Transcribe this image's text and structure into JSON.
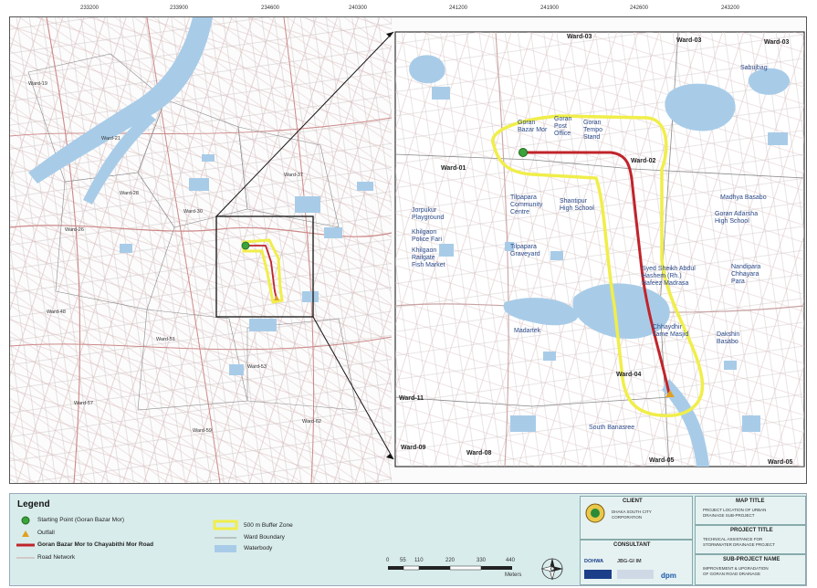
{
  "axes": {
    "top_ticks": [
      "233200",
      "233900",
      "234600",
      "240300",
      "241200",
      "241900",
      "242600",
      "243200"
    ]
  },
  "overview_labels": [
    "Ward-19",
    "Ward-21",
    "Ward-28",
    "Ward-26",
    "Ward-30",
    "Ward-37",
    "Ward-48",
    "Ward-51",
    "Ward-53",
    "Ward-57",
    "Ward-59",
    "Ward-62"
  ],
  "inset": {
    "wards": [
      {
        "text": "Ward-03"
      },
      {
        "text": "Ward-03"
      },
      {
        "text": "Ward-03"
      },
      {
        "text": "Ward-01"
      },
      {
        "text": "Ward-02"
      },
      {
        "text": "Ward-04"
      },
      {
        "text": "Ward-11"
      },
      {
        "text": "Ward-09"
      },
      {
        "text": "Ward-08"
      },
      {
        "text": "Ward-05"
      },
      {
        "text": "Ward-05"
      }
    ],
    "places": [
      {
        "text": "Goran\nBazar Mor"
      },
      {
        "text": "Goran\nPost\nOffice"
      },
      {
        "text": "Goran\nTempo\nStand"
      },
      {
        "text": "Tilpapara\nCommunity\nCentre"
      },
      {
        "text": "Shantipur\nHigh School"
      },
      {
        "text": "Jorpukur\nPlayground"
      },
      {
        "text": "Khilgaon\nPolice Fari"
      },
      {
        "text": "Khilgaon\nRailgate\nFish Market"
      },
      {
        "text": "Tilpapara\nGraveyard"
      },
      {
        "text": "Syed Sheikh Abdul\nHashem (Rh.)\nHafeez Madrasa"
      },
      {
        "text": "Chhaydhir\nJame Masjid"
      },
      {
        "text": "Madartek"
      },
      {
        "text": "South Banasree"
      },
      {
        "text": "Madhya Basabo"
      },
      {
        "text": "Goran Adarsha\nHigh School"
      },
      {
        "text": "Sabujbag"
      },
      {
        "text": "Nandipara\nChhayara\nPara"
      },
      {
        "text": "Dakshin\nBasabo"
      }
    ]
  },
  "legend": {
    "title": "Legend",
    "items": [
      {
        "label": "Starting Point (Goran Bazar Mor)"
      },
      {
        "label": "Outfall"
      },
      {
        "label": "Goran Bazar Mor to Chayabithi Mor Road"
      },
      {
        "label": "Road Network"
      },
      {
        "label": "500 m Buffer Zone"
      },
      {
        "label": "Ward Boundary"
      },
      {
        "label": "Waterbody"
      }
    ],
    "scale": {
      "ticks": [
        "0",
        "55",
        "110",
        "220",
        "330",
        "440"
      ],
      "unit": "Meters"
    }
  },
  "title_block": {
    "client_label": "CLIENT",
    "client_name": "DHAKA SOUTH CITY\nCORPORATION",
    "consultant_label": "CONSULTANT",
    "consultant_logos": [
      "DOHWA",
      "JBG-GI IM",
      "dpm"
    ],
    "map_title_label": "MAP TITLE",
    "map_title": "PROJECT LOCATION OF URBAN\nDRAINAGE SUB-PROJECT",
    "project_title_label": "PROJECT TITLE",
    "project_title": "TECHNICAL ASSISTANCE FOR\nSTORMWATER DRAINAGE PROJECT",
    "subproject_label": "SUB-PROJECT NAME",
    "subproject_name": "IMPROVEMENT & UPGRADATION\nOF GORAN ROAD DRAINAGE"
  },
  "colors": {
    "water": "#a8cce8",
    "route": "#c0242b",
    "buffer": "#f0ee4a",
    "road": "#c9a3a3",
    "ward": "#999999",
    "start": "#3aa33a",
    "outfall": "#e0a020",
    "panel": "#d9ecec"
  }
}
